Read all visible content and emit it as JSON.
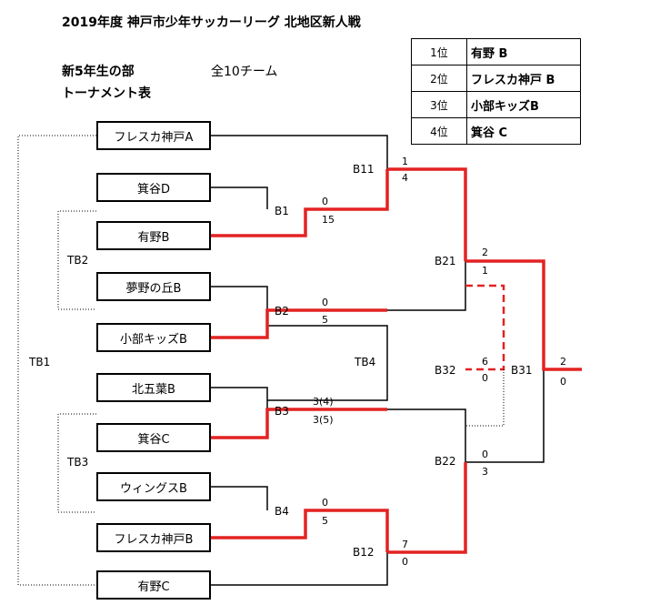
{
  "header": {
    "title": "2019年度 神戸市少年サッカーリーグ 北地区新人戦",
    "division": "新5年生の部",
    "table_label": "トーナメント表",
    "team_count": "全10チーム"
  },
  "ranking": [
    {
      "place": "1位",
      "team": "有野 B"
    },
    {
      "place": "2位",
      "team": "フレスカ神戸 B"
    },
    {
      "place": "3位",
      "team": "小部キッズB"
    },
    {
      "place": "4位",
      "team": "箕谷 C"
    }
  ],
  "teams": [
    "フレスカ神戸A",
    "箕谷D",
    "有野B",
    "夢野の丘B",
    "小部キッズB",
    "北五葉B",
    "箕谷C",
    "ウィングスB",
    "フレスカ神戸B",
    "有野C"
  ],
  "matches": {
    "B1": "B1",
    "B2": "B2",
    "B3": "B3",
    "B4": "B4",
    "B11": "B11",
    "B12": "B12",
    "B21": "B21",
    "B22": "B22",
    "B31": "B31",
    "B32": "B32",
    "TB1": "TB1",
    "TB2": "TB2",
    "TB3": "TB3",
    "TB4": "TB4"
  },
  "scores": {
    "b11_top": "1",
    "b11_bottom": "4",
    "b1_top": "0",
    "b1_bottom": "15",
    "b2_top": "0",
    "b2_bottom": "5",
    "b3_top": "3(4)",
    "b3_bottom": "3(5)",
    "b4_top": "0",
    "b4_bottom": "5",
    "b12_top": "7",
    "b12_bottom": "0",
    "b21_top": "2",
    "b21_bottom": "1",
    "b22_top": "0",
    "b22_bottom": "3",
    "b32_top": "6",
    "b32_bottom": "0",
    "final_top": "2",
    "final_bottom": "0"
  },
  "colors": {
    "winner_line": "#e32222",
    "line": "#000000"
  }
}
